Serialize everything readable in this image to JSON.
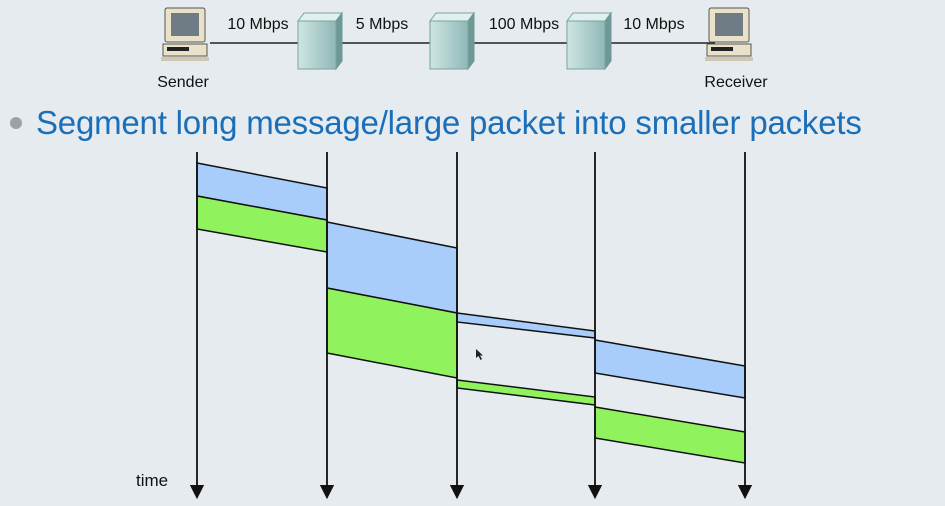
{
  "network": {
    "sender_label": "Sender",
    "receiver_label": "Receiver",
    "links": [
      "10 Mbps",
      "5 Mbps",
      "100 Mbps",
      "10 Mbps"
    ],
    "nodes": [
      "computer-icon",
      "router-icon",
      "router-icon",
      "router-icon",
      "computer-icon"
    ]
  },
  "headline": "Segment long message/large packet into smaller packets",
  "axis_label": "time",
  "colors": {
    "packet_1": "#a8cdfa",
    "packet_2": "#90f25c",
    "headline": "#1a6fb8",
    "background": "#e6ebef"
  }
}
